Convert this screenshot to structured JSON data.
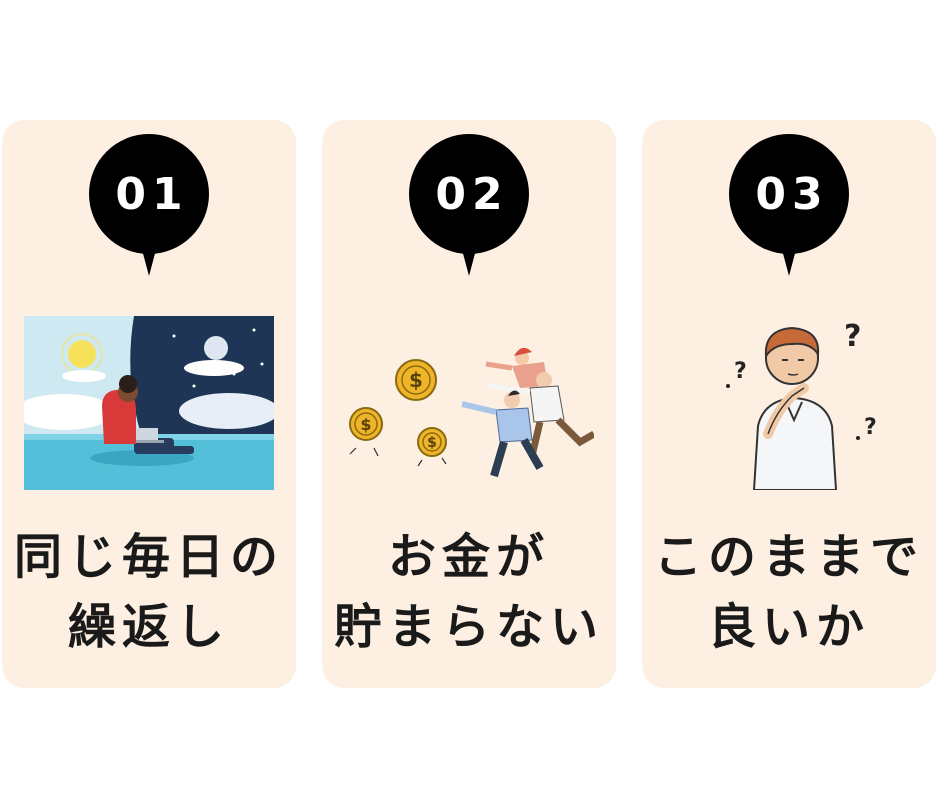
{
  "cards": [
    {
      "number": "01",
      "title_lines": [
        "同じ毎日の",
        "繰返し"
      ],
      "illustration": "person-with-laptop-day-night-icon"
    },
    {
      "number": "02",
      "title_lines": [
        "お金が",
        "貯まらない"
      ],
      "illustration": "people-chasing-coins-icon"
    },
    {
      "number": "03",
      "title_lines": [
        "このままで",
        "良いか"
      ],
      "illustration": "thinking-man-question-marks-icon"
    }
  ],
  "colors": {
    "card_bg": "#fdf0e2",
    "badge_bg": "#000000",
    "badge_text": "#ffffff",
    "title_text": "#1a1a1a"
  }
}
